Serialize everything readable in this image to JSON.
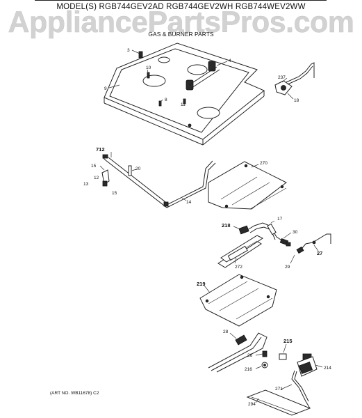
{
  "header": {
    "model_line": "MODEL(S) RGB744GEV2AD  RGB744GEV2WH  RGB744WEV2WW",
    "watermark": "AppliancePartsPros.com",
    "section_title": "GAS & BURNER PARTS"
  },
  "footer": {
    "art_number": "(ART NO. WB11678) C2"
  },
  "callouts": {
    "c3": "3",
    "c4": "4",
    "c9": "9",
    "c10": "10",
    "c8": "8",
    "c11": "11",
    "c237": "237",
    "c18": "18",
    "c712": "712",
    "c15a": "15",
    "c20": "20",
    "c12": "12",
    "c13": "13",
    "c15b": "15",
    "c14": "14",
    "c270": "270",
    "c218": "218",
    "c17": "17",
    "c30": "30",
    "c29": "29",
    "c27": "27",
    "c272": "272",
    "c219": "219",
    "c28": "28",
    "c215": "215",
    "c26": "26",
    "c216": "216",
    "c214": "214",
    "c271": "271",
    "c294": "294"
  }
}
